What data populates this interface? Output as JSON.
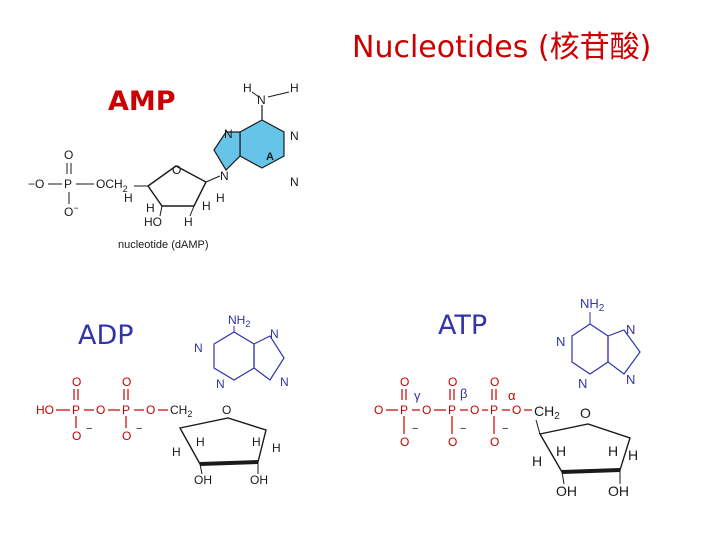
{
  "title": "Nucleotides (核苷酸)",
  "labels": {
    "amp": "AMP",
    "adp": "ADP",
    "atp": "ATP"
  },
  "amp": {
    "caption": "nucleotide (dAMP)",
    "base_label": "A",
    "atoms": {
      "O_double": "O",
      "O_neg_left": "−O",
      "P": "P",
      "OCH2": "OCH",
      "sub2": "2",
      "O_neg_bottom": "O",
      "ring_O": "O",
      "H": "H",
      "HO": "HO",
      "N": "N"
    }
  },
  "adp": {
    "atoms": {
      "HO": "HO",
      "P": "P",
      "O": "O",
      "CH2": "CH",
      "sub2": "2",
      "NH2": "NH",
      "N": "N",
      "H": "H",
      "OH": "OH",
      "minus": "−"
    }
  },
  "atp": {
    "greek": {
      "gamma": "γ",
      "beta": "β",
      "alpha": "α"
    },
    "atoms": {
      "P": "P",
      "O": "O",
      "CH2": "CH",
      "sub2": "2",
      "NH2": "NH",
      "N": "N",
      "H": "H",
      "OH": "OH",
      "minus": "−"
    }
  },
  "colors": {
    "title": "#cc0000",
    "amp_label": "#cc0000",
    "adp_atp_label": "#3333aa",
    "phosphate": "#cc0000",
    "base_ring": "#3333aa",
    "base_fill": "#66c4e8",
    "amp_text": "#1a1a1a"
  }
}
